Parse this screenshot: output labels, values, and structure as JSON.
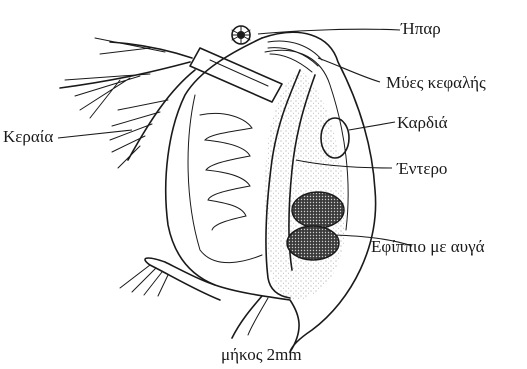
{
  "diagram": {
    "labels": {
      "liver": "Ήπαρ",
      "head_muscles": "Μύες κεφαλής",
      "antenna": "Κεραία",
      "heart": "Καρδιά",
      "intestine": "Έντερο",
      "ephippium": "Εφίππιο με αυγά",
      "length": "μήκος 2mm"
    },
    "colors": {
      "ink": "#1a1a1a",
      "stipple": "#8a8a8a",
      "egg_fill": "#3a3a3a",
      "background": "#ffffff"
    }
  }
}
